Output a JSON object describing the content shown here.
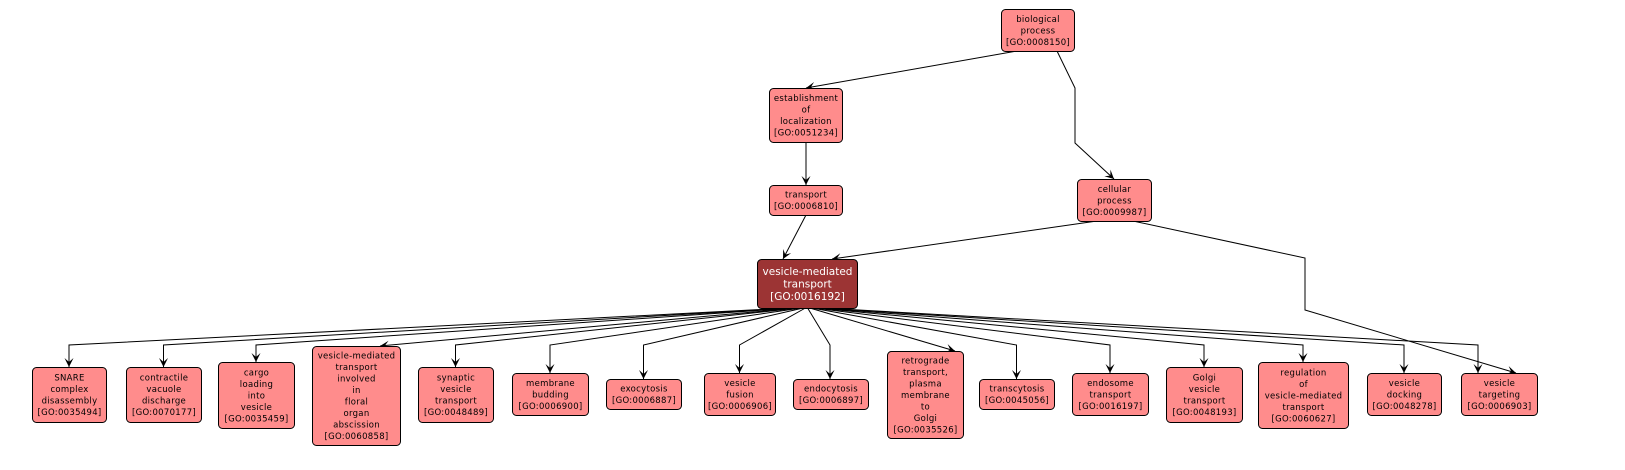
{
  "diagram": {
    "type": "GO term hierarchy graph",
    "focus_term": "GO:0016192",
    "colors": {
      "node_fill": "#ff8c8c",
      "focus_fill": "#9c3434",
      "border": "#000000",
      "edge": "#000000"
    },
    "nodes": [
      {
        "id": "GO:0008150",
        "lines": [
          "biological",
          "process",
          "[GO:0008150]"
        ]
      },
      {
        "id": "GO:0051234",
        "lines": [
          "establishment",
          "of",
          "localization",
          "[GO:0051234]"
        ]
      },
      {
        "id": "GO:0006810",
        "lines": [
          "transport",
          "[GO:0006810]"
        ]
      },
      {
        "id": "GO:0009987",
        "lines": [
          "cellular",
          "process",
          "[GO:0009987]"
        ]
      },
      {
        "id": "GO:0016192",
        "lines": [
          "vesicle-mediated",
          "transport",
          "[GO:0016192]"
        ],
        "focus": true
      },
      {
        "id": "GO:0035494",
        "lines": [
          "SNARE",
          "complex",
          "disassembly",
          "[GO:0035494]"
        ]
      },
      {
        "id": "GO:0070177",
        "lines": [
          "contractile",
          "vacuole",
          "discharge",
          "[GO:0070177]"
        ]
      },
      {
        "id": "GO:0035459",
        "lines": [
          "cargo",
          "loading",
          "into",
          "vesicle",
          "[GO:0035459]"
        ]
      },
      {
        "id": "GO:0060858",
        "lines": [
          "vesicle-mediated",
          "transport",
          "involved",
          "in",
          "floral",
          "organ",
          "abscission",
          "[GO:0060858]"
        ]
      },
      {
        "id": "GO:0048489",
        "lines": [
          "synaptic",
          "vesicle",
          "transport",
          "[GO:0048489]"
        ]
      },
      {
        "id": "GO:0006900",
        "lines": [
          "membrane",
          "budding",
          "[GO:0006900]"
        ]
      },
      {
        "id": "GO:0006887",
        "lines": [
          "exocytosis",
          "[GO:0006887]"
        ]
      },
      {
        "id": "GO:0006906",
        "lines": [
          "vesicle",
          "fusion",
          "[GO:0006906]"
        ]
      },
      {
        "id": "GO:0006897",
        "lines": [
          "endocytosis",
          "[GO:0006897]"
        ]
      },
      {
        "id": "GO:0035526",
        "lines": [
          "retrograde",
          "transport,",
          "plasma",
          "membrane",
          "to",
          "Golgi",
          "[GO:0035526]"
        ]
      },
      {
        "id": "GO:0045056",
        "lines": [
          "transcytosis",
          "[GO:0045056]"
        ]
      },
      {
        "id": "GO:0016197",
        "lines": [
          "endosome",
          "transport",
          "[GO:0016197]"
        ]
      },
      {
        "id": "GO:0048193",
        "lines": [
          "Golgi",
          "vesicle",
          "transport",
          "[GO:0048193]"
        ]
      },
      {
        "id": "GO:0060627",
        "lines": [
          "regulation",
          "of",
          "vesicle-mediated",
          "transport",
          "[GO:0060627]"
        ]
      },
      {
        "id": "GO:0048278",
        "lines": [
          "vesicle",
          "docking",
          "[GO:0048278]"
        ]
      },
      {
        "id": "GO:0006903",
        "lines": [
          "vesicle",
          "targeting",
          "[GO:0006903]"
        ]
      }
    ],
    "edges": [
      [
        "GO:0008150",
        "GO:0051234"
      ],
      [
        "GO:0008150",
        "GO:0009987"
      ],
      [
        "GO:0051234",
        "GO:0006810"
      ],
      [
        "GO:0006810",
        "GO:0016192"
      ],
      [
        "GO:0009987",
        "GO:0016192"
      ],
      [
        "GO:0009987",
        "GO:0006903"
      ],
      [
        "GO:0016192",
        "GO:0035494"
      ],
      [
        "GO:0016192",
        "GO:0070177"
      ],
      [
        "GO:0016192",
        "GO:0035459"
      ],
      [
        "GO:0016192",
        "GO:0060858"
      ],
      [
        "GO:0016192",
        "GO:0048489"
      ],
      [
        "GO:0016192",
        "GO:0006900"
      ],
      [
        "GO:0016192",
        "GO:0006887"
      ],
      [
        "GO:0016192",
        "GO:0006906"
      ],
      [
        "GO:0016192",
        "GO:0006897"
      ],
      [
        "GO:0016192",
        "GO:0035526"
      ],
      [
        "GO:0016192",
        "GO:0045056"
      ],
      [
        "GO:0016192",
        "GO:0016197"
      ],
      [
        "GO:0016192",
        "GO:0048193"
      ],
      [
        "GO:0016192",
        "GO:0060627"
      ],
      [
        "GO:0016192",
        "GO:0048278"
      ],
      [
        "GO:0016192",
        "GO:0006903"
      ]
    ]
  }
}
